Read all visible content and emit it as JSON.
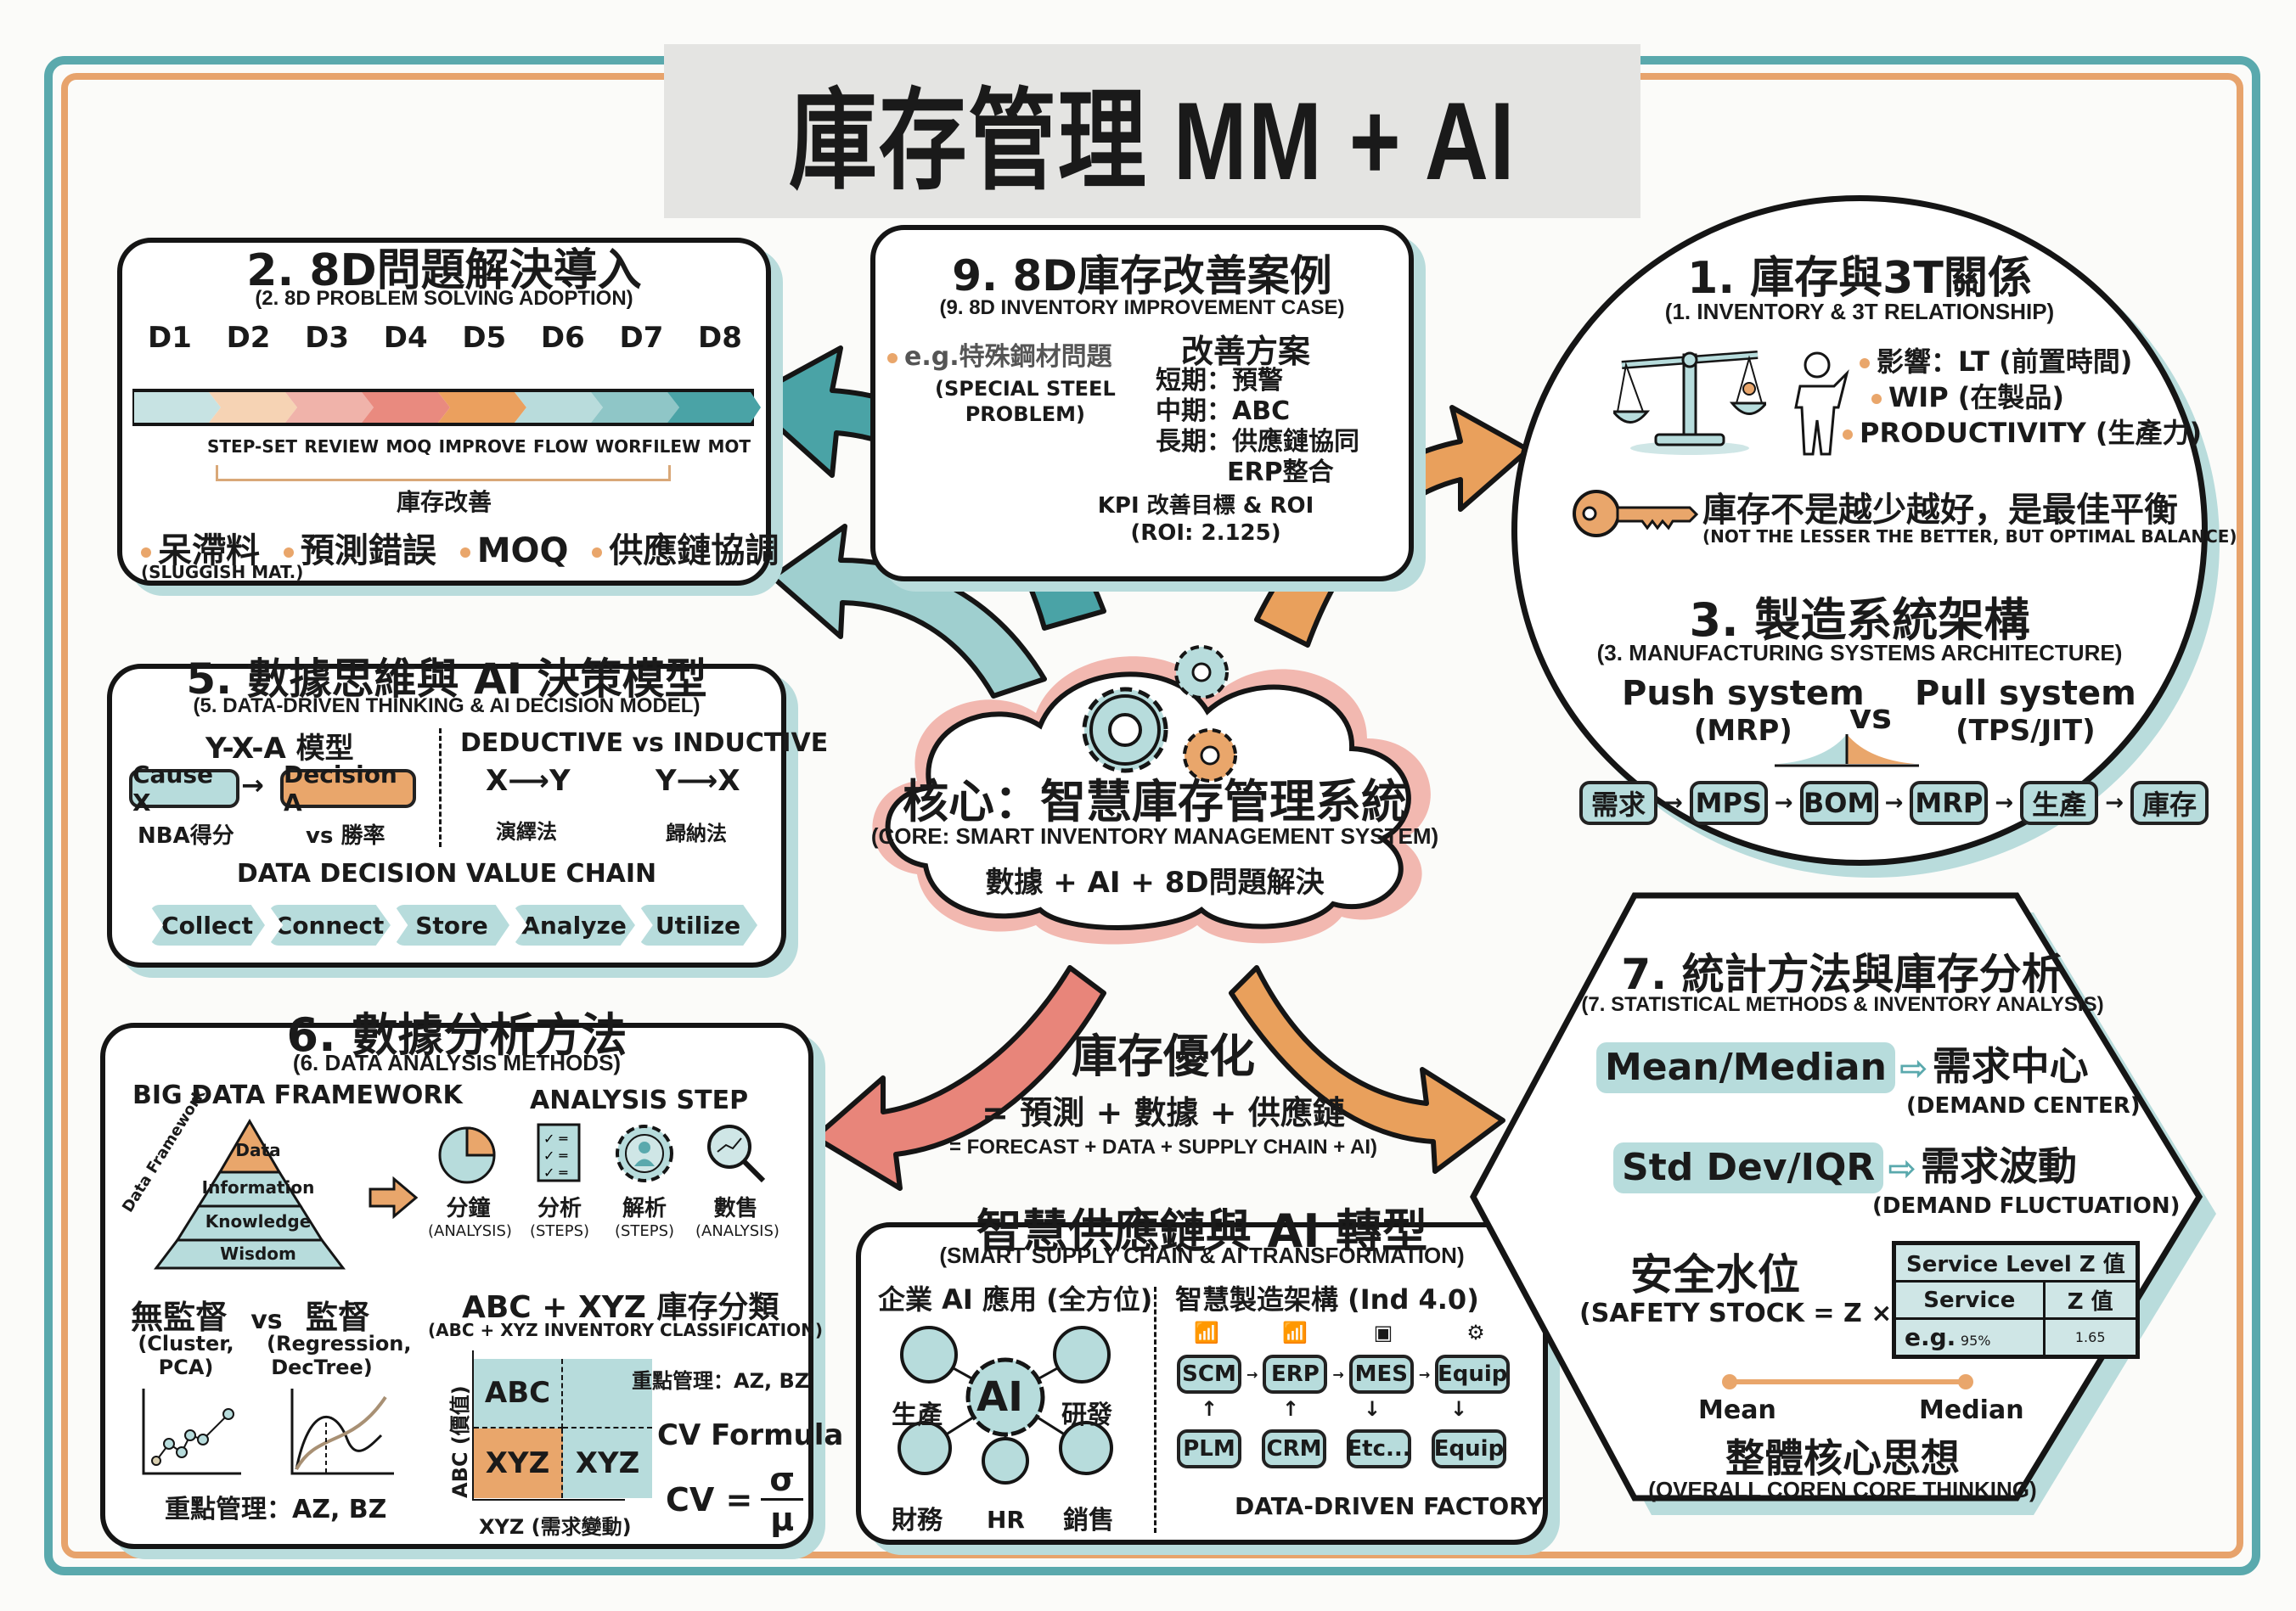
{
  "title": "庫存管理 MM + AI",
  "colors": {
    "teal": "#5aa9ad",
    "light_teal": "#b7dcdc",
    "orange": "#e9a66b",
    "coral": "#e8857a",
    "pink": "#f2b8b0",
    "ink": "#151515"
  },
  "section2": {
    "title": "2. 8D問題解決導入",
    "subtitle": "(2. 8D PROBLEM SOLVING ADOPTION)",
    "steps": [
      "D1",
      "D2",
      "D3",
      "D4",
      "D5",
      "D6",
      "D7",
      "D8"
    ],
    "step_labels": [
      "STEP-SET",
      "REVIEW",
      "MOQ",
      "IMPROVE",
      "FLOW",
      "WORFILEW",
      "MOT"
    ],
    "bracket_label": "庫存改善",
    "bullets": [
      "呆滯料",
      "預測錯誤",
      "MOQ",
      "供應鏈協調"
    ],
    "bullet_note": "(SLUGGISH MAT.)"
  },
  "section9": {
    "title": "9. 8D庫存改善案例",
    "subtitle": "(9. 8D INVENTORY IMPROVEMENT CASE)",
    "example": "e.g.特殊鋼材問題",
    "example_en": [
      "(SPECIAL STEEL",
      "PROBLEM)"
    ],
    "plan_title": "改善方案",
    "plan": [
      "短期：預警",
      "中期：ABC",
      "長期：供應鏈協同",
      "ERP整合"
    ],
    "kpi": "KPI 改善目標 & ROI",
    "roi": "(ROI: 2.125)"
  },
  "section1": {
    "title": "1. 庫存與3T關係",
    "subtitle": "(1. INVENTORY & 3T RELATIONSHIP)",
    "bullets": [
      "影響：LT (前置時間)",
      "WIP (在製品)",
      "PRODUCTIVITY (生產力)"
    ],
    "key_msg": "庫存不是越少越好，是最佳平衡",
    "key_msg_en": "(NOT THE LESSER THE BETTER, BUT OPTIMAL BALANCE)"
  },
  "section3": {
    "title": "3. 製造系統架構",
    "subtitle": "(3. MANUFACTURING SYSTEMS ARCHITECTURE)",
    "push": "Push system",
    "push_sub": "(MRP)",
    "vs": "vs",
    "pull": "Pull system",
    "pull_sub": "(TPS/JIT)",
    "flow": [
      "需求",
      "MPS",
      "BOM",
      "MRP",
      "生產",
      "庫存"
    ]
  },
  "section5": {
    "title": "5. 數據思維與 AI 決策模型",
    "subtitle": "(5. DATA-DRIVEN THINKING & AI DECISION MODEL)",
    "yxa_title": "Y-X-A 模型",
    "cause": "Cause X",
    "decision": "Decision A",
    "cause_note": "NBA得分",
    "decision_note": "vs 勝率",
    "ded_ind_title": "DEDUCTIVE vs INDUCTIVE",
    "deductive": "X⟶Y",
    "inductive": "Y⟶X",
    "deductive_cn": "演繹法",
    "inductive_cn": "歸納法",
    "chain_title": "DATA DECISION VALUE CHAIN",
    "chain": [
      "Collect",
      "Connect",
      "Store",
      "Analyze",
      "Utilize"
    ]
  },
  "core": {
    "title": "核心：智慧庫存管理系統",
    "subtitle": "(CORE: SMART INVENTORY MANAGEMENT SYSTEM)",
    "formula": "數據 + AI + 8D問題解決"
  },
  "optimization": {
    "title": "庫存優化",
    "formula_cn": "= 預測 + 數據 + 供應鏈",
    "formula_en": "= FORECAST + DATA + SUPPLY CHAIN + AI)"
  },
  "section6": {
    "title": "6. 數據分析方法",
    "subtitle": "(6. DATA ANALYSIS METHODS)",
    "framework_title": "BIG DATA FRAMEWORK",
    "pyramid_side": "Data Framework",
    "pyramid": [
      "Data",
      "Information",
      "Knowledge",
      "Wisdom"
    ],
    "steps_title": "ANALYSIS STEP",
    "steps": [
      {
        "cn": "分鐘",
        "en": "(ANALYSIS)"
      },
      {
        "cn": "分析",
        "en": "(STEPS)"
      },
      {
        "cn": "解析",
        "en": "(STEPS)"
      },
      {
        "cn": "數售",
        "en": "(ANALYSIS)"
      }
    ],
    "unsup": "無監督",
    "vs": "vs",
    "sup": "監督",
    "unsup_note": [
      "(Cluster,",
      "PCA)"
    ],
    "sup_note": [
      "(Regression,",
      "DecTree)"
    ],
    "focus": "重點管理：AZ, BZ",
    "abc_title": "ABC + XYZ 庫存分類",
    "abc_subtitle": "(ABC + XYZ INVENTORY CLASSIFICATION)",
    "y_axis": "ABC (價值)",
    "x_axis": "XYZ (需求變動)",
    "cells": [
      "ABC",
      "",
      "XYZ",
      "XYZ"
    ],
    "focus2": "重點管理：AZ, BZ",
    "cv_title": "CV Formula",
    "cv_lhs": "CV =",
    "cv_num": "σ",
    "cv_den": "μ"
  },
  "section_ai": {
    "title": "智慧供應鏈與 AI 轉型",
    "subtitle": "(SMART SUPPLY CHAIN & AI TRANSFORMATION)",
    "left_title": "企業 AI 應用 (全方位)",
    "hub": "AI",
    "nodes": [
      "生產",
      "研發",
      "財務",
      "HR",
      "銷售"
    ],
    "right_title": "智慧製造架構 (Ind 4.0)",
    "top_row": [
      "SCM",
      "ERP",
      "MES",
      "Equip"
    ],
    "bottom_row": [
      "PLM",
      "CRM",
      "Etc...",
      "Equip"
    ],
    "footer": "DATA-DRIVEN FACTORY"
  },
  "section7": {
    "title": "7. 統計方法與庫存分析",
    "subtitle": "(7. STATISTICAL METHODS & INVENTORY ANALYSIS)",
    "rows": [
      {
        "metric": "Mean/Median",
        "result": "需求中心",
        "result_en": "(DEMAND CENTER)"
      },
      {
        "metric": "Std Dev/IQR",
        "result": "需求波動",
        "result_en": "(DEMAND FLUCTUATION)"
      }
    ],
    "safety_title": "安全水位",
    "safety_formula": "(SAFETY STOCK = Z × σ)",
    "table_title": "Service Level Z 值",
    "table_headers": [
      "Service",
      "Z 值"
    ],
    "table_row": {
      "prefix": "e.g.",
      "service": "95%",
      "z": "1.65"
    },
    "scale_left": "Mean",
    "scale_right": "Median",
    "core_title": "整體核心思想",
    "core_subtitle": "(OVERALL COREN CORE THINKING)"
  }
}
